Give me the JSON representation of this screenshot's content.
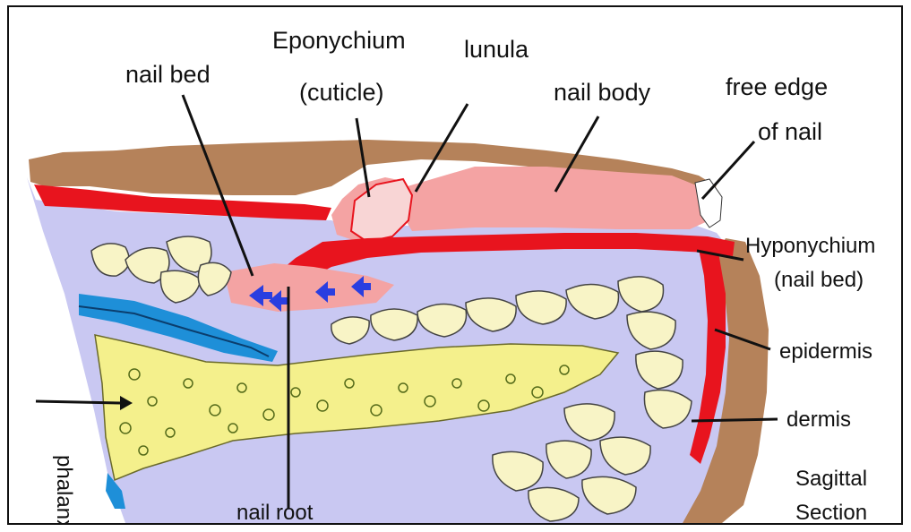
{
  "labels": {
    "nail_bed": "nail bed",
    "eponychium_line1": "Eponychium",
    "eponychium_line2": "(cuticle)",
    "lunula": "lunula",
    "nail_body": "nail body",
    "free_edge_line1": "free edge",
    "free_edge_line2": "of nail",
    "hyponychium_line1": "Hyponychium",
    "hyponychium_line2": "(nail bed)",
    "epidermis": "epidermis",
    "dermis": "dermis",
    "phalanx": "phalanx",
    "nail_root": "nail root",
    "sagittal_line1": "Sagittal",
    "sagittal_line2": "Section"
  },
  "colors": {
    "skin_surface": "#b5825a",
    "dermis_tissue": "#c9c8f2",
    "nail_body": "#f4a3a3",
    "lunula": "#f8d5d5",
    "epidermis_red": "#e8141e",
    "bone": "#f4f08c",
    "fat_cells": "#f8f4c6",
    "blue_layer": "#1e8fd8",
    "arrow_blue": "#2a3ee0"
  }
}
